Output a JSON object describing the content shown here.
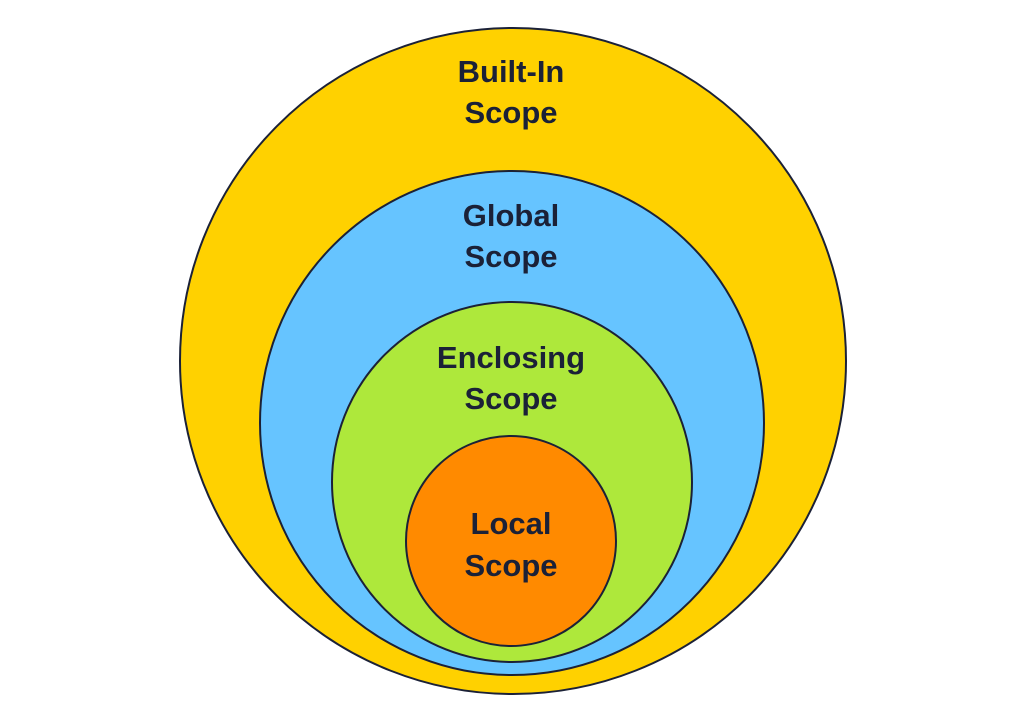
{
  "diagram": {
    "scopes": [
      {
        "name": "builtin",
        "line1": "Built-In",
        "line2": "Scope",
        "color": "#FFD100"
      },
      {
        "name": "global",
        "line1": "Global",
        "line2": "Scope",
        "color": "#66C4FF"
      },
      {
        "name": "enclosing",
        "line1": "Enclosing",
        "line2": "Scope",
        "color": "#AEE83B"
      },
      {
        "name": "local",
        "line1": "Local",
        "line2": "Scope",
        "color": "#FF8A00"
      }
    ],
    "outline_color": "#1b2137"
  }
}
